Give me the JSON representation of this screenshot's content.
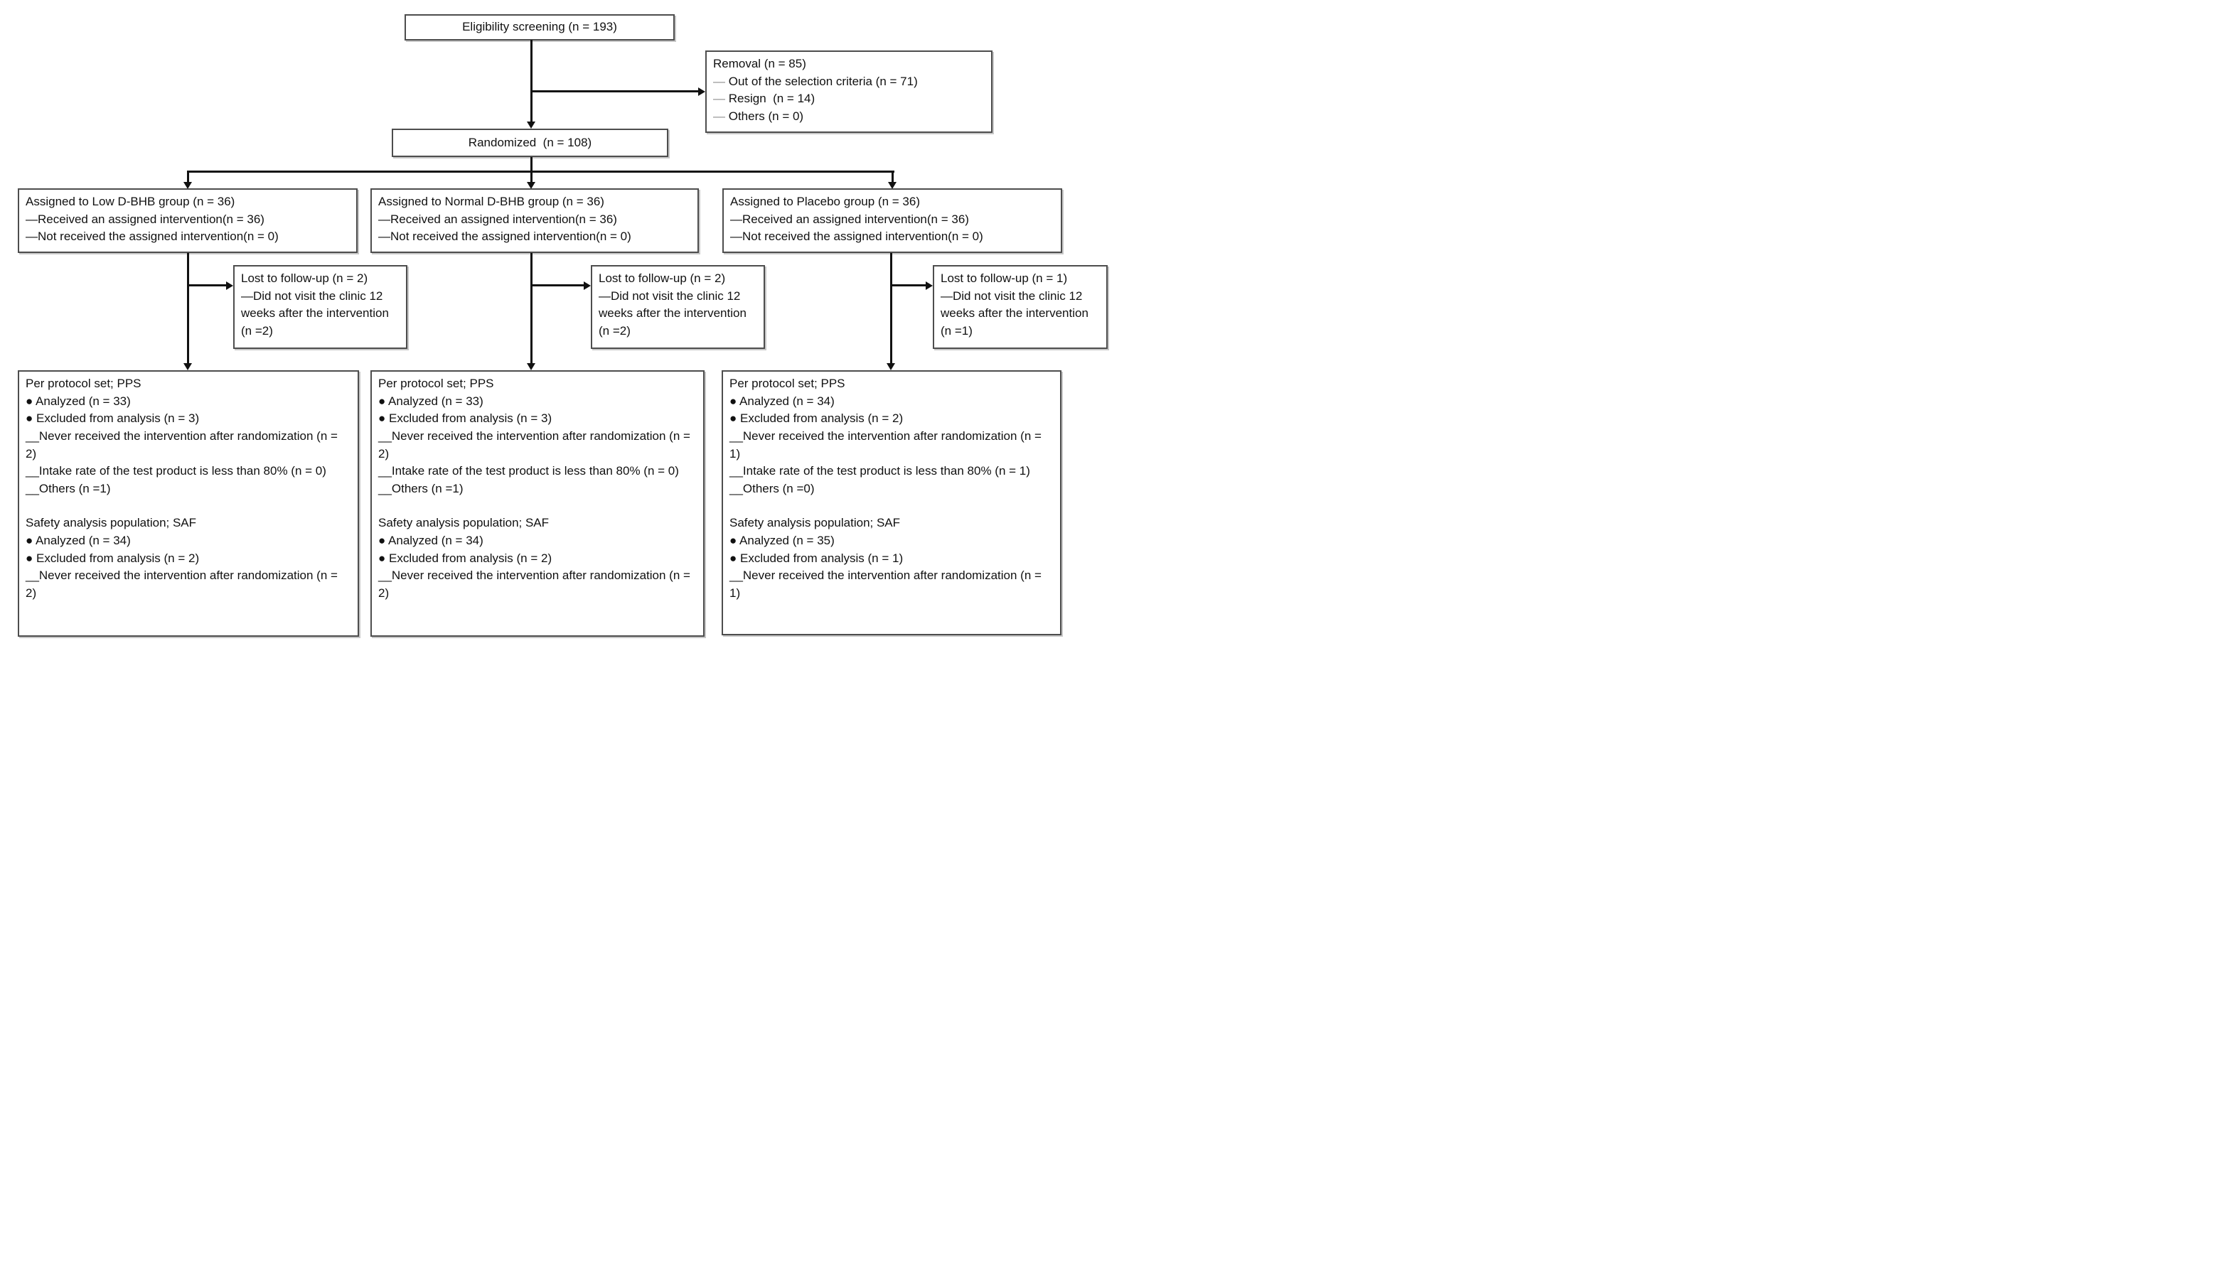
{
  "colors": {
    "box_border": "#4d4d4d",
    "connector": "#111111",
    "removal_dash": "#8c8c8c",
    "page_bg": "#ffffff"
  },
  "diagram": {
    "eligibility": {
      "label": "Eligibility screening (n = 193)"
    },
    "removal": {
      "title": "Removal (n = 85)",
      "dash_prefix": "— ",
      "items": [
        "Out of the selection criteria (n = 71)",
        "Resign  (n = 14)",
        "Others (n = 0)"
      ]
    },
    "randomized": {
      "label": "Randomized  (n = 108)"
    },
    "groups": [
      {
        "assigned": {
          "title": "Assigned to Low D-BHB group (n = 36)",
          "items": [
            "—Received an assigned intervention(n = 36)",
            "—Not received the assigned intervention(n = 0)"
          ]
        },
        "lost": {
          "title": "Lost to follow-up (n = 2)",
          "detail": "—Did not visit the clinic 12 weeks after the intervention (n =2)"
        },
        "pps": {
          "title": "Per protocol set; PPS",
          "items": [
            "● Analyzed (n = 33)",
            "● Excluded from analysis (n = 3)",
            "__Never received the intervention after randomization (n = 2)",
            "__Intake rate of the test product is less than 80% (n = 0)",
            "__Others (n =1)"
          ]
        },
        "saf": {
          "title": "Safety analysis population; SAF",
          "items": [
            "● Analyzed (n = 34)",
            "● Excluded from analysis (n = 2)",
            "__Never received the intervention after randomization (n = 2)"
          ]
        }
      },
      {
        "assigned": {
          "title": "Assigned to Normal D-BHB group (n = 36)",
          "items": [
            "—Received an assigned intervention(n = 36)",
            "—Not received the assigned intervention(n = 0)"
          ]
        },
        "lost": {
          "title": "Lost to follow-up (n = 2)",
          "detail": "—Did not visit the clinic 12 weeks after the intervention (n =2)"
        },
        "pps": {
          "title": "Per protocol set; PPS",
          "items": [
            "● Analyzed (n = 33)",
            "● Excluded from analysis (n = 3)",
            "__Never received the intervention after randomization (n = 2)",
            "__Intake rate of the test product is less than 80% (n = 0)",
            "__Others (n =1)"
          ]
        },
        "saf": {
          "title": "Safety analysis population; SAF",
          "items": [
            "● Analyzed (n = 34)",
            "● Excluded from analysis (n = 2)",
            "__Never received the intervention after randomization (n = 2)"
          ]
        }
      },
      {
        "assigned": {
          "title": "Assigned to Placebo group (n = 36)",
          "items": [
            "—Received an assigned intervention(n = 36)",
            "—Not received the assigned intervention(n = 0)"
          ]
        },
        "lost": {
          "title": "Lost to follow-up (n = 1)",
          "detail": "—Did not visit the clinic 12 weeks after the intervention (n =1)"
        },
        "pps": {
          "title": "Per protocol set; PPS",
          "items": [
            "● Analyzed (n = 34)",
            "● Excluded from analysis (n = 2)",
            "__Never received the intervention after randomization (n = 1)",
            "__Intake rate of the test product is less than 80% (n = 1)",
            "__Others (n =0)"
          ]
        },
        "saf": {
          "title": "Safety analysis population; SAF",
          "items": [
            "● Analyzed (n = 35)",
            "● Excluded from analysis (n = 1)",
            "__Never received the intervention after randomization (n = 1)"
          ]
        }
      }
    ]
  }
}
